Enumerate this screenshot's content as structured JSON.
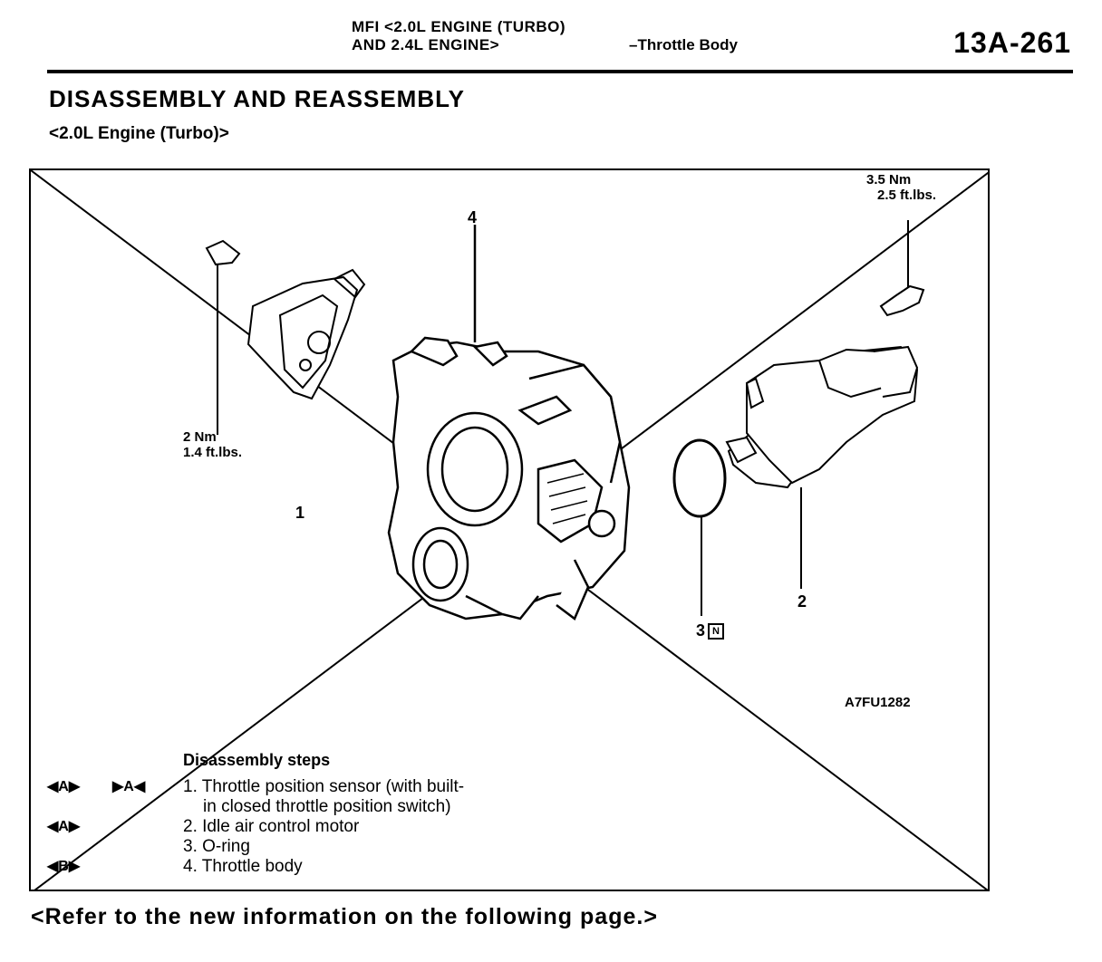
{
  "header": {
    "section_line1": "MFI <2.0L ENGINE (TURBO)",
    "section_line2": "AND 2.4L ENGINE>",
    "subsection": "–Throttle Body",
    "page_number": "13A-261"
  },
  "title": "DISASSEMBLY AND REASSEMBLY",
  "subtitle": "<2.0L Engine (Turbo)>",
  "figure": {
    "callouts": [
      "1",
      "2",
      "3",
      "4"
    ],
    "callout3_badge": "N",
    "torque_left_line1": "2 Nm",
    "torque_left_line2": "1.4 ft.lbs.",
    "torque_right_line1": "3.5 Nm",
    "torque_right_line2": "2.5 ft.lbs.",
    "figure_code": "A7FU1282"
  },
  "steps": {
    "heading": "Disassembly steps",
    "items": [
      {
        "sym_left": "◀A▶",
        "sym_right": "▶A◀",
        "text": "1. Throttle position sensor (with built-",
        "text2": "in closed throttle position switch)"
      },
      {
        "sym_left": "◀A▶",
        "sym_right": "",
        "text": "2. Idle air control motor"
      },
      {
        "sym_left": "",
        "sym_right": "",
        "text": "3. O-ring"
      },
      {
        "sym_left": "◀B▶",
        "sym_right": "",
        "text": "4. Throttle body"
      }
    ]
  },
  "footer": "<Refer to the new information on the following page.>"
}
